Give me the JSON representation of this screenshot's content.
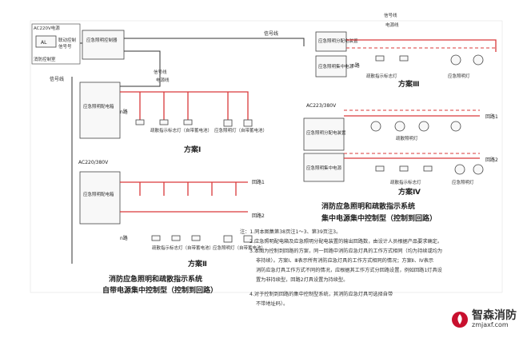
{
  "source_box": {
    "title": "AC220V电源",
    "al": "AL",
    "link": "联动控制",
    "signal": "信号号",
    "room": "消防控制室"
  },
  "ctrl_box": "应急照明控制器",
  "signal_line": "信号线",
  "power_line": "电源线",
  "schemes": {
    "s1": {
      "box": "应急照明配电箱",
      "n_route": "n路",
      "signs": "疏散指示标志灯（自带蓄电池）",
      "lights": "应急照明灯（自带蓄电池）",
      "label": "方案Ⅰ"
    },
    "s2": {
      "ac": "AC220/380V",
      "box": "应急照明配电箱",
      "loop1": "回路1",
      "loop2": "回路2",
      "n_route": "n路",
      "signs": "疏散指示标志灯（自带蓄电池）",
      "lights": "应急照明灯（自带蓄电池）",
      "label": "方案Ⅱ"
    },
    "s3": {
      "box1": "应急照明分配电装置",
      "box2": "应急照明集中电源",
      "n_route": "n路",
      "signs": "疏散指示标志灯",
      "lights": "应急照明灯",
      "label": "方案Ⅲ"
    },
    "s4": {
      "ac": "AC223/380V",
      "box1": "应急照明分配电装置",
      "box2": "应急照明集中电源",
      "loop1": "回路1",
      "loop2": "回路2",
      "lights": "疏散照明灯",
      "signs": "疏散指示标志灯",
      "lights2": "应急照明灯",
      "label": "方案Ⅳ"
    }
  },
  "title_left": {
    "line1": "消防应急照明和疏散指示系统",
    "line2": "自带电源集中控制型（控制到回路）"
  },
  "title_right": {
    "line1": "消防应急照明和疏散指示系统",
    "line2": "集中电源集中控制型（控制到回路）"
  },
  "notes": [
    "注：1.同本图集第38页注1～3、第39页注3。",
    "2.应急照明配电箱及应急照明分配电装置的输出回路数，由设计人员根据产品要求确定。",
    "3.本图为控制到回路的方案，同一回路中消防应急灯具的工作方式相同（均为持续或均为",
    "非持续）。方案Ⅰ、Ⅲ表示所有消防应急灯具的工作方式相同的情况；方案Ⅱ、Ⅳ表示",
    "消防应急灯具工作方式不同的情况，应根据其工作方式分回路设置，例如回路1灯具设",
    "置为非持续型，回路2灯具设置为持续型。",
    "4.对于控制到回路的集中控制型系统，其消防应急灯具可选择自带",
    "不带地址码）。"
  ],
  "watermark": {
    "name": "智森消防",
    "url": "zmjaxf.com"
  }
}
